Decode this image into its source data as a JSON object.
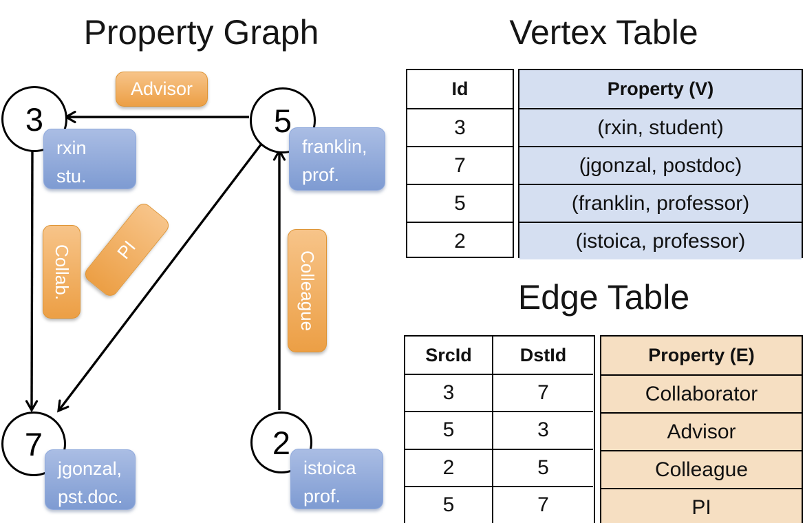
{
  "graph": {
    "title": "Property Graph",
    "nodes": [
      {
        "id": "3",
        "label_line1": "rxin",
        "label_line2": "stu."
      },
      {
        "id": "5",
        "label_line1": "franklin,",
        "label_line2": "prof."
      },
      {
        "id": "7",
        "label_line1": "jgonzal,",
        "label_line2": "pst.doc."
      },
      {
        "id": "2",
        "label_line1": "istoica",
        "label_line2": "prof."
      }
    ],
    "edge_labels": {
      "advisor": "Advisor",
      "collab": "Collab.",
      "pi": "PI",
      "colleague": "Colleague"
    }
  },
  "vertex_table": {
    "title": "Vertex Table",
    "headers": {
      "id": "Id",
      "property": "Property (V)"
    },
    "rows": [
      {
        "id": "3",
        "property": "(rxin, student)"
      },
      {
        "id": "7",
        "property": "(jgonzal, postdoc)"
      },
      {
        "id": "5",
        "property": "(franklin, professor)"
      },
      {
        "id": "2",
        "property": "(istoica, professor)"
      }
    ]
  },
  "edge_table": {
    "title": "Edge Table",
    "headers": {
      "src": "SrcId",
      "dst": "DstId",
      "property": "Property (E)"
    },
    "rows": [
      {
        "src": "3",
        "dst": "7",
        "property": "Collaborator"
      },
      {
        "src": "5",
        "dst": "3",
        "property": "Advisor"
      },
      {
        "src": "2",
        "dst": "5",
        "property": "Colleague"
      },
      {
        "src": "5",
        "dst": "7",
        "property": "PI"
      }
    ]
  },
  "colors": {
    "edge_label_orange": "#EFA14C",
    "vertex_label_blue": "#84A0D4",
    "vertex_table_fill": "#D5DFF1",
    "edge_table_fill": "#F6DFC2",
    "line_black": "#000000"
  }
}
